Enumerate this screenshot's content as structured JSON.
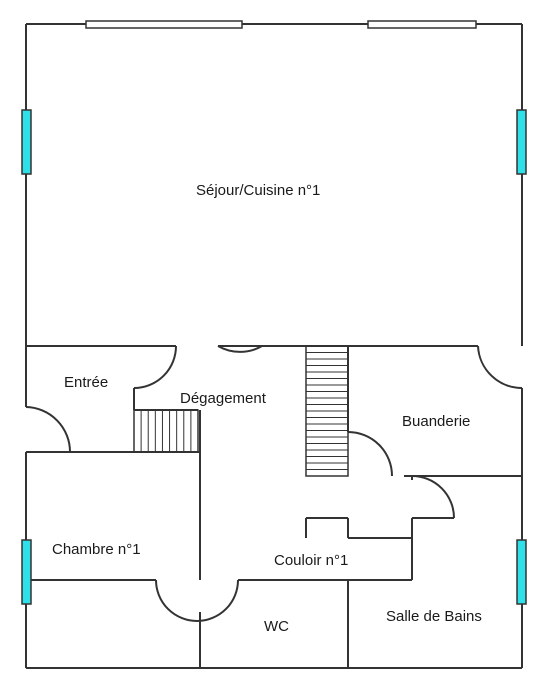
{
  "rooms": {
    "sejour": "Séjour/Cuisine n°1",
    "entree": "Entrée",
    "degagement": "Dégagement",
    "buanderie": "Buanderie",
    "chambre": "Chambre n°1",
    "couloir": "Couloir n°1",
    "wc": "WC",
    "salle_de_bains": "Salle de Bains"
  },
  "colors": {
    "wall": "#333333",
    "window_fill": "#2ee0e8",
    "background": "#ffffff"
  }
}
